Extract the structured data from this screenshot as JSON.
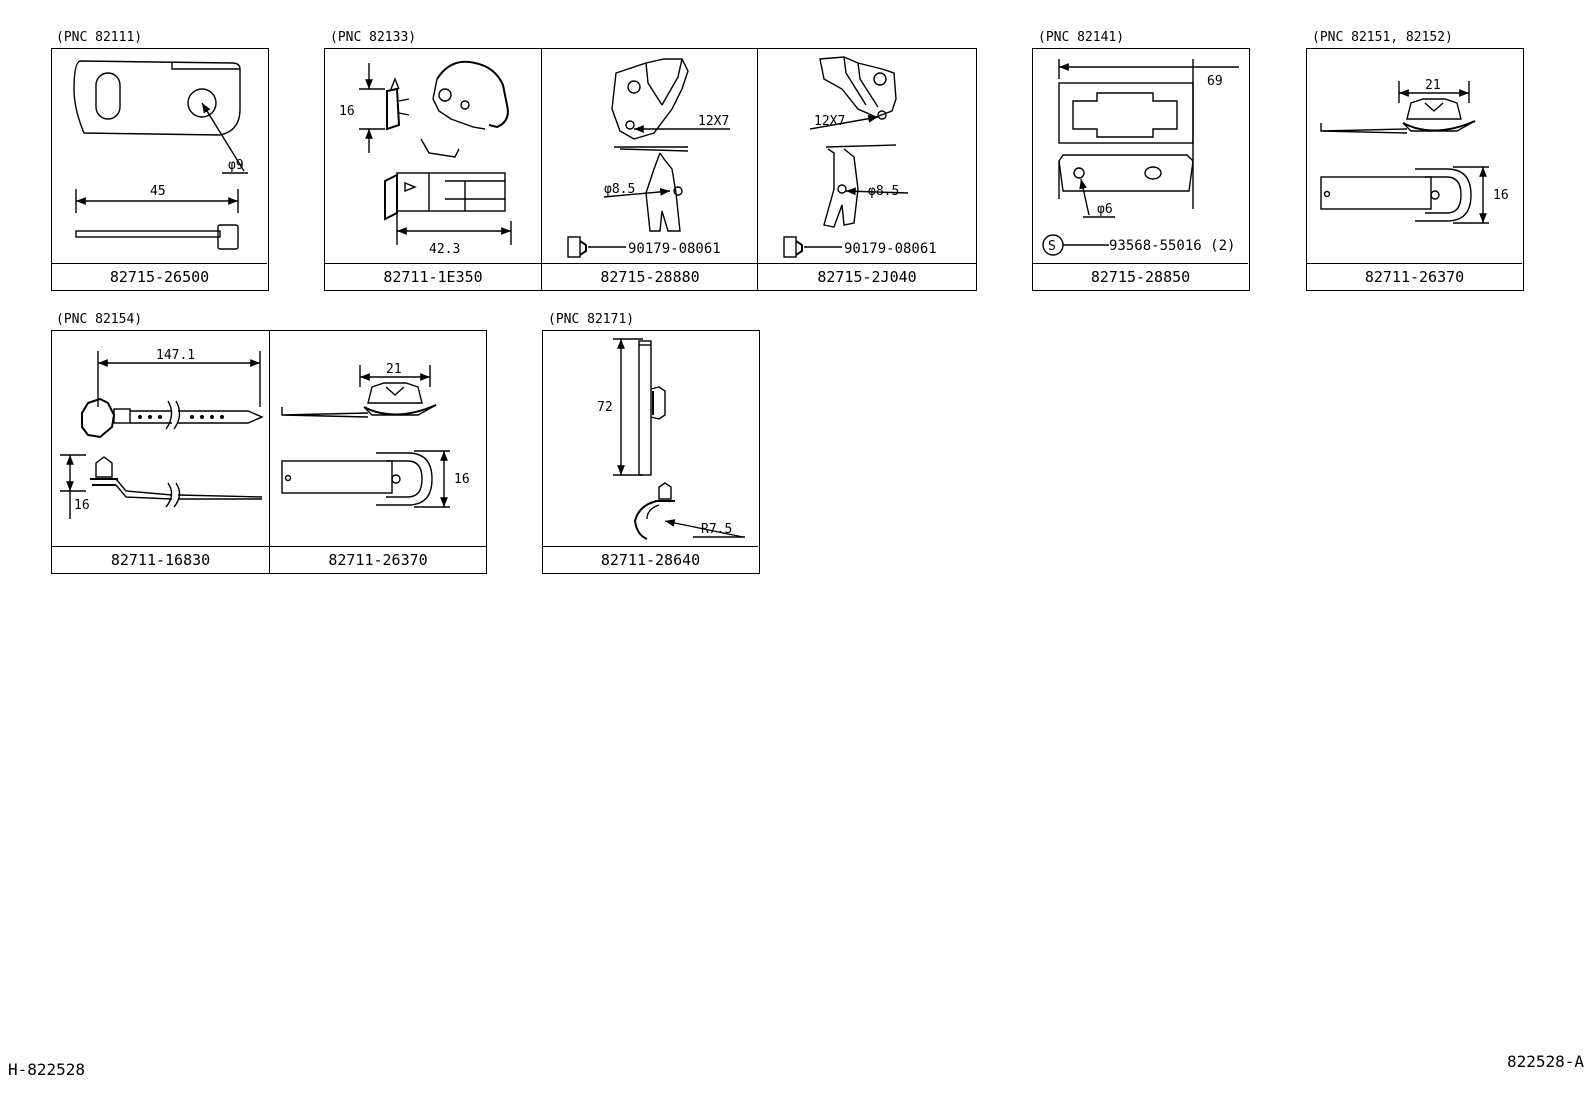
{
  "groups": [
    {
      "pnc": "(PNC 82111)",
      "parts": [
        {
          "number": "82715-26500",
          "dims": [
            "45",
            "φ9"
          ]
        }
      ]
    },
    {
      "pnc": "(PNC 82133)",
      "parts": [
        {
          "number": "82711-1E350",
          "dims": [
            "16",
            "42.3"
          ]
        },
        {
          "number": "82715-28880",
          "dims": [
            "12X7",
            "φ8.5"
          ],
          "bolt": "90179-08061"
        },
        {
          "number": "82715-2J040",
          "dims": [
            "12X7",
            "φ8.5"
          ],
          "bolt": "90179-08061"
        }
      ]
    },
    {
      "pnc": "(PNC 82141)",
      "parts": [
        {
          "number": "82715-28850",
          "dims": [
            "69",
            "φ6"
          ],
          "screw": "93568-55016 (2)",
          "screw_symbol": "S"
        }
      ]
    },
    {
      "pnc": "(PNC 82151, 82152)",
      "parts": [
        {
          "number": "82711-26370",
          "dims": [
            "21",
            "16"
          ]
        }
      ]
    },
    {
      "pnc": "(PNC 82154)",
      "parts": [
        {
          "number": "82711-16830",
          "dims": [
            "147.1",
            "16"
          ]
        },
        {
          "number": "82711-26370",
          "dims": [
            "21",
            "16"
          ]
        }
      ]
    },
    {
      "pnc": "(PNC 82171)",
      "parts": [
        {
          "number": "82711-28640",
          "dims": [
            "72",
            "R7.5"
          ]
        }
      ]
    }
  ],
  "footer": {
    "left": "H-822528",
    "right": "822528-A"
  }
}
